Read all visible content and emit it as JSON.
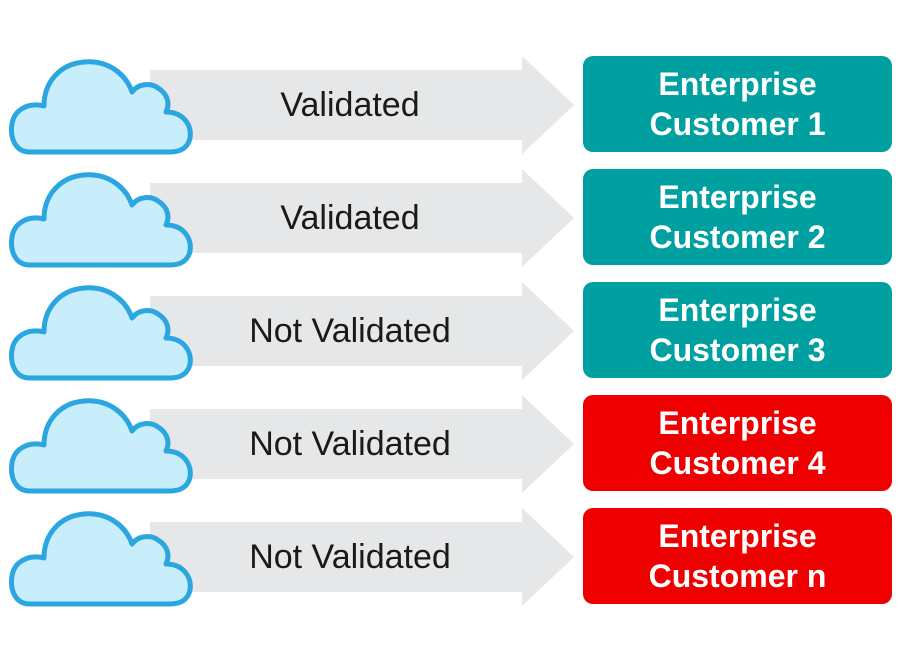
{
  "colors": {
    "validated": "#00a0a0",
    "not_validated": "#ef0000",
    "cloud_fill": "#c8eefc",
    "cloud_stroke": "#2ca6e0",
    "arrow_fill": "#e6e7e8"
  },
  "rows": [
    {
      "status": "validated",
      "label": "Validated",
      "customer_line1": "Enterprise",
      "customer_line2": "Customer 1"
    },
    {
      "status": "validated",
      "label": "Validated",
      "customer_line1": "Enterprise",
      "customer_line2": "Customer 2"
    },
    {
      "status": "validated",
      "label": "Not Validated",
      "customer_line1": "Enterprise",
      "customer_line2": "Customer 3"
    },
    {
      "status": "not_validated",
      "label": "Not Validated",
      "customer_line1": "Enterprise",
      "customer_line2": "Customer 4"
    },
    {
      "status": "not_validated",
      "label": "Not Validated",
      "customer_line1": "Enterprise",
      "customer_line2": "Customer n"
    }
  ]
}
